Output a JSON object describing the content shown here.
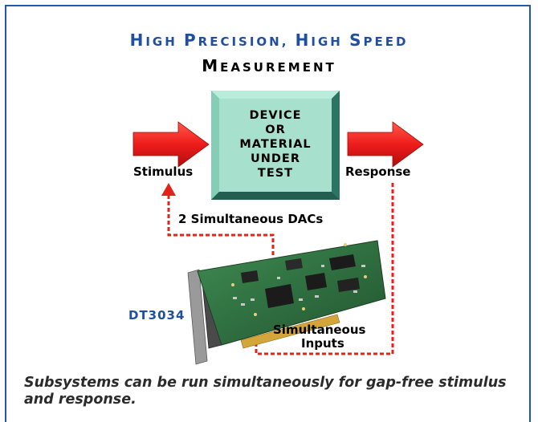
{
  "title": {
    "line1": [
      {
        "big": "H",
        "small": "IGH "
      },
      {
        "big": "P",
        "small": "RECISION, "
      },
      {
        "big": "H",
        "small": "IGH "
      },
      {
        "big": "S",
        "small": "PEED"
      }
    ],
    "line2": [
      {
        "big": "M",
        "small": "EASUREMENT"
      }
    ]
  },
  "device_box": {
    "lines": [
      "DEVICE",
      "OR",
      "MATERIAL",
      "UNDER",
      "TEST"
    ]
  },
  "labels": {
    "stimulus": "Stimulus",
    "response": "Response",
    "dacs": "2 Simultaneous DACs",
    "inputs_line1": "Simultaneous",
    "inputs_line2": "Inputs"
  },
  "board": {
    "model": "DT3034",
    "icon": "data-acquisition-board-icon"
  },
  "caption": "Subsystems can be run simultaneously for gap-free stimulus and response.",
  "colors": {
    "frame": "#1f5aa6",
    "title_blue": "#1f4fa0",
    "arrow_red": "#ee1c1c",
    "dashed_red": "#e2231a",
    "box_green": "#53b59e",
    "box_inner": "#9fdcc8"
  }
}
